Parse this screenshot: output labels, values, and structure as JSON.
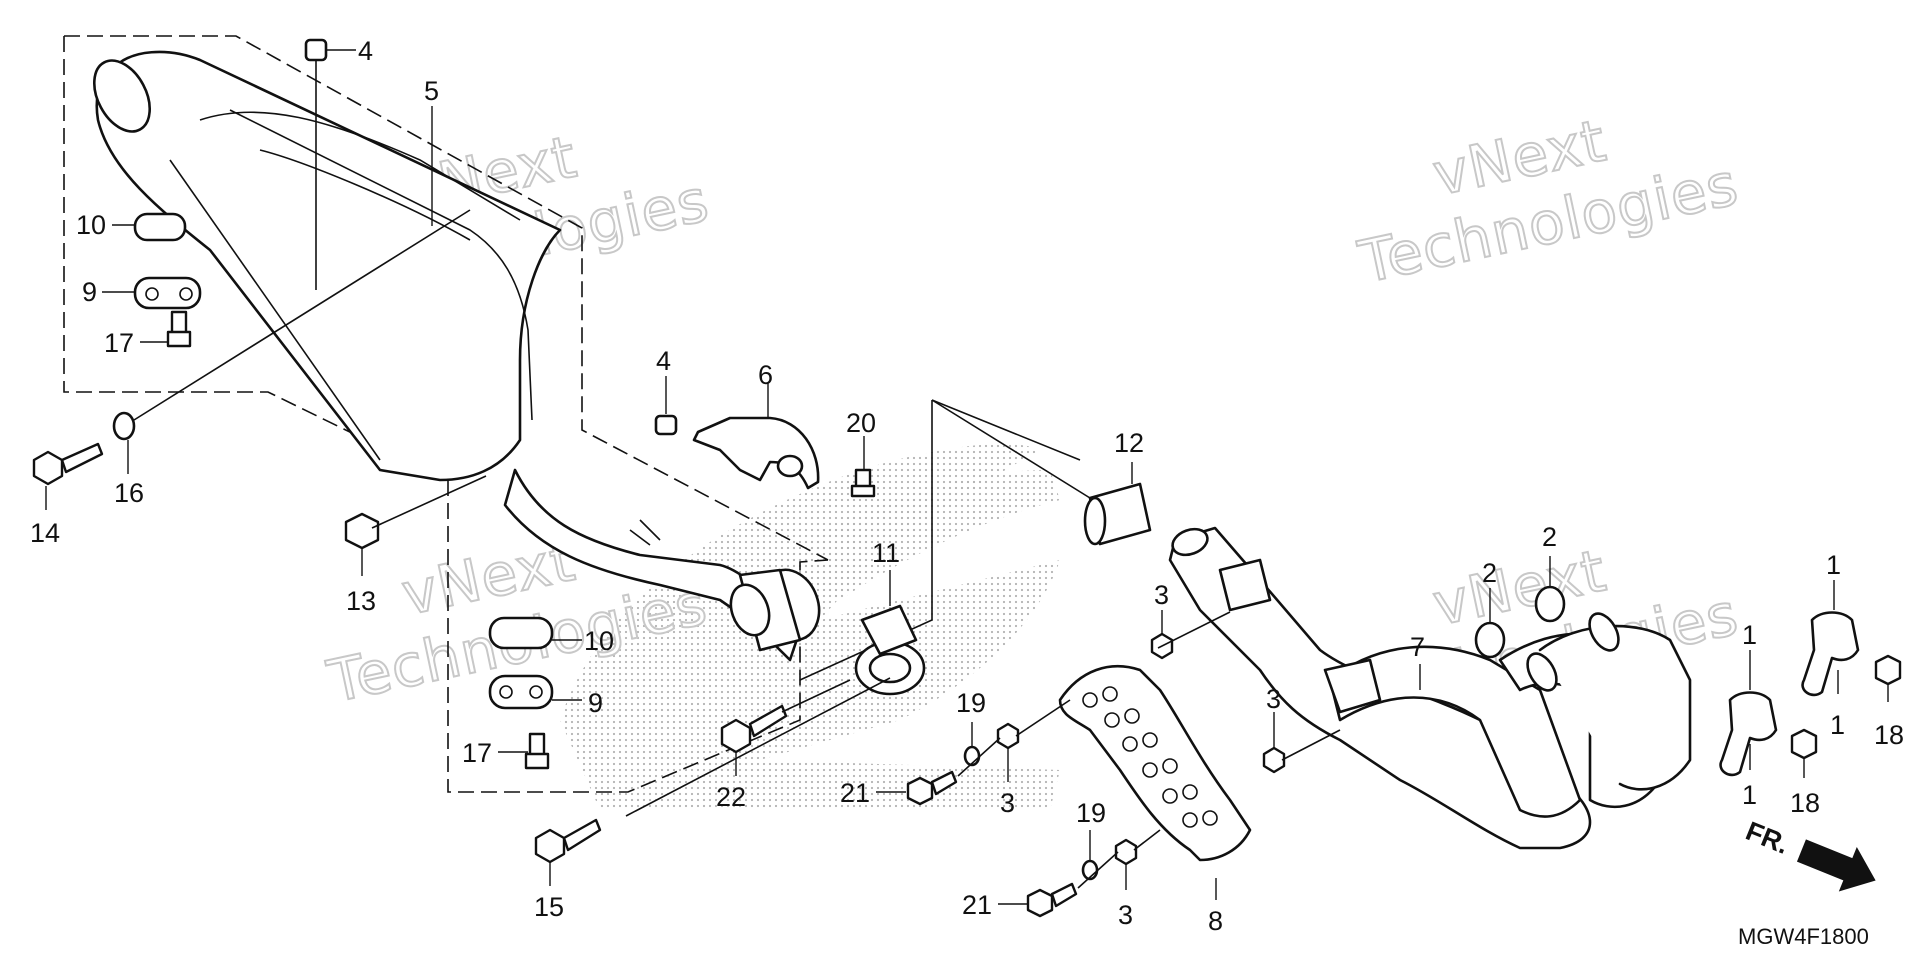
{
  "diagram_code": "MGW4F1800",
  "front_arrow_label": "FR.",
  "watermark": {
    "line1": "vNext",
    "line2": "Technologies"
  },
  "callouts": [
    {
      "id": "c-4a",
      "text": "4"
    },
    {
      "id": "c-5",
      "text": "5"
    },
    {
      "id": "c-10a",
      "text": "10"
    },
    {
      "id": "c-9a",
      "text": "9"
    },
    {
      "id": "c-17a",
      "text": "17"
    },
    {
      "id": "c-14",
      "text": "14"
    },
    {
      "id": "c-16",
      "text": "16"
    },
    {
      "id": "c-13",
      "text": "13"
    },
    {
      "id": "c-4b",
      "text": "4"
    },
    {
      "id": "c-6",
      "text": "6"
    },
    {
      "id": "c-20",
      "text": "20"
    },
    {
      "id": "c-11",
      "text": "11"
    },
    {
      "id": "c-10b",
      "text": "10"
    },
    {
      "id": "c-9b",
      "text": "9"
    },
    {
      "id": "c-17b",
      "text": "17"
    },
    {
      "id": "c-15",
      "text": "15"
    },
    {
      "id": "c-22",
      "text": "22"
    },
    {
      "id": "c-19a",
      "text": "19"
    },
    {
      "id": "c-21a",
      "text": "21"
    },
    {
      "id": "c-3a",
      "text": "3"
    },
    {
      "id": "c-12",
      "text": "12"
    },
    {
      "id": "c-3b",
      "text": "3"
    },
    {
      "id": "c-3c",
      "text": "3"
    },
    {
      "id": "c-19b",
      "text": "19"
    },
    {
      "id": "c-21b",
      "text": "21"
    },
    {
      "id": "c-3d",
      "text": "3"
    },
    {
      "id": "c-8",
      "text": "8"
    },
    {
      "id": "c-7",
      "text": "7"
    },
    {
      "id": "c-2a",
      "text": "2"
    },
    {
      "id": "c-2b",
      "text": "2"
    },
    {
      "id": "c-1a",
      "text": "1"
    },
    {
      "id": "c-1b",
      "text": "1"
    },
    {
      "id": "c-1c",
      "text": "1"
    },
    {
      "id": "c-1d",
      "text": "1"
    },
    {
      "id": "c-18a",
      "text": "18"
    },
    {
      "id": "c-18b",
      "text": "18"
    }
  ]
}
